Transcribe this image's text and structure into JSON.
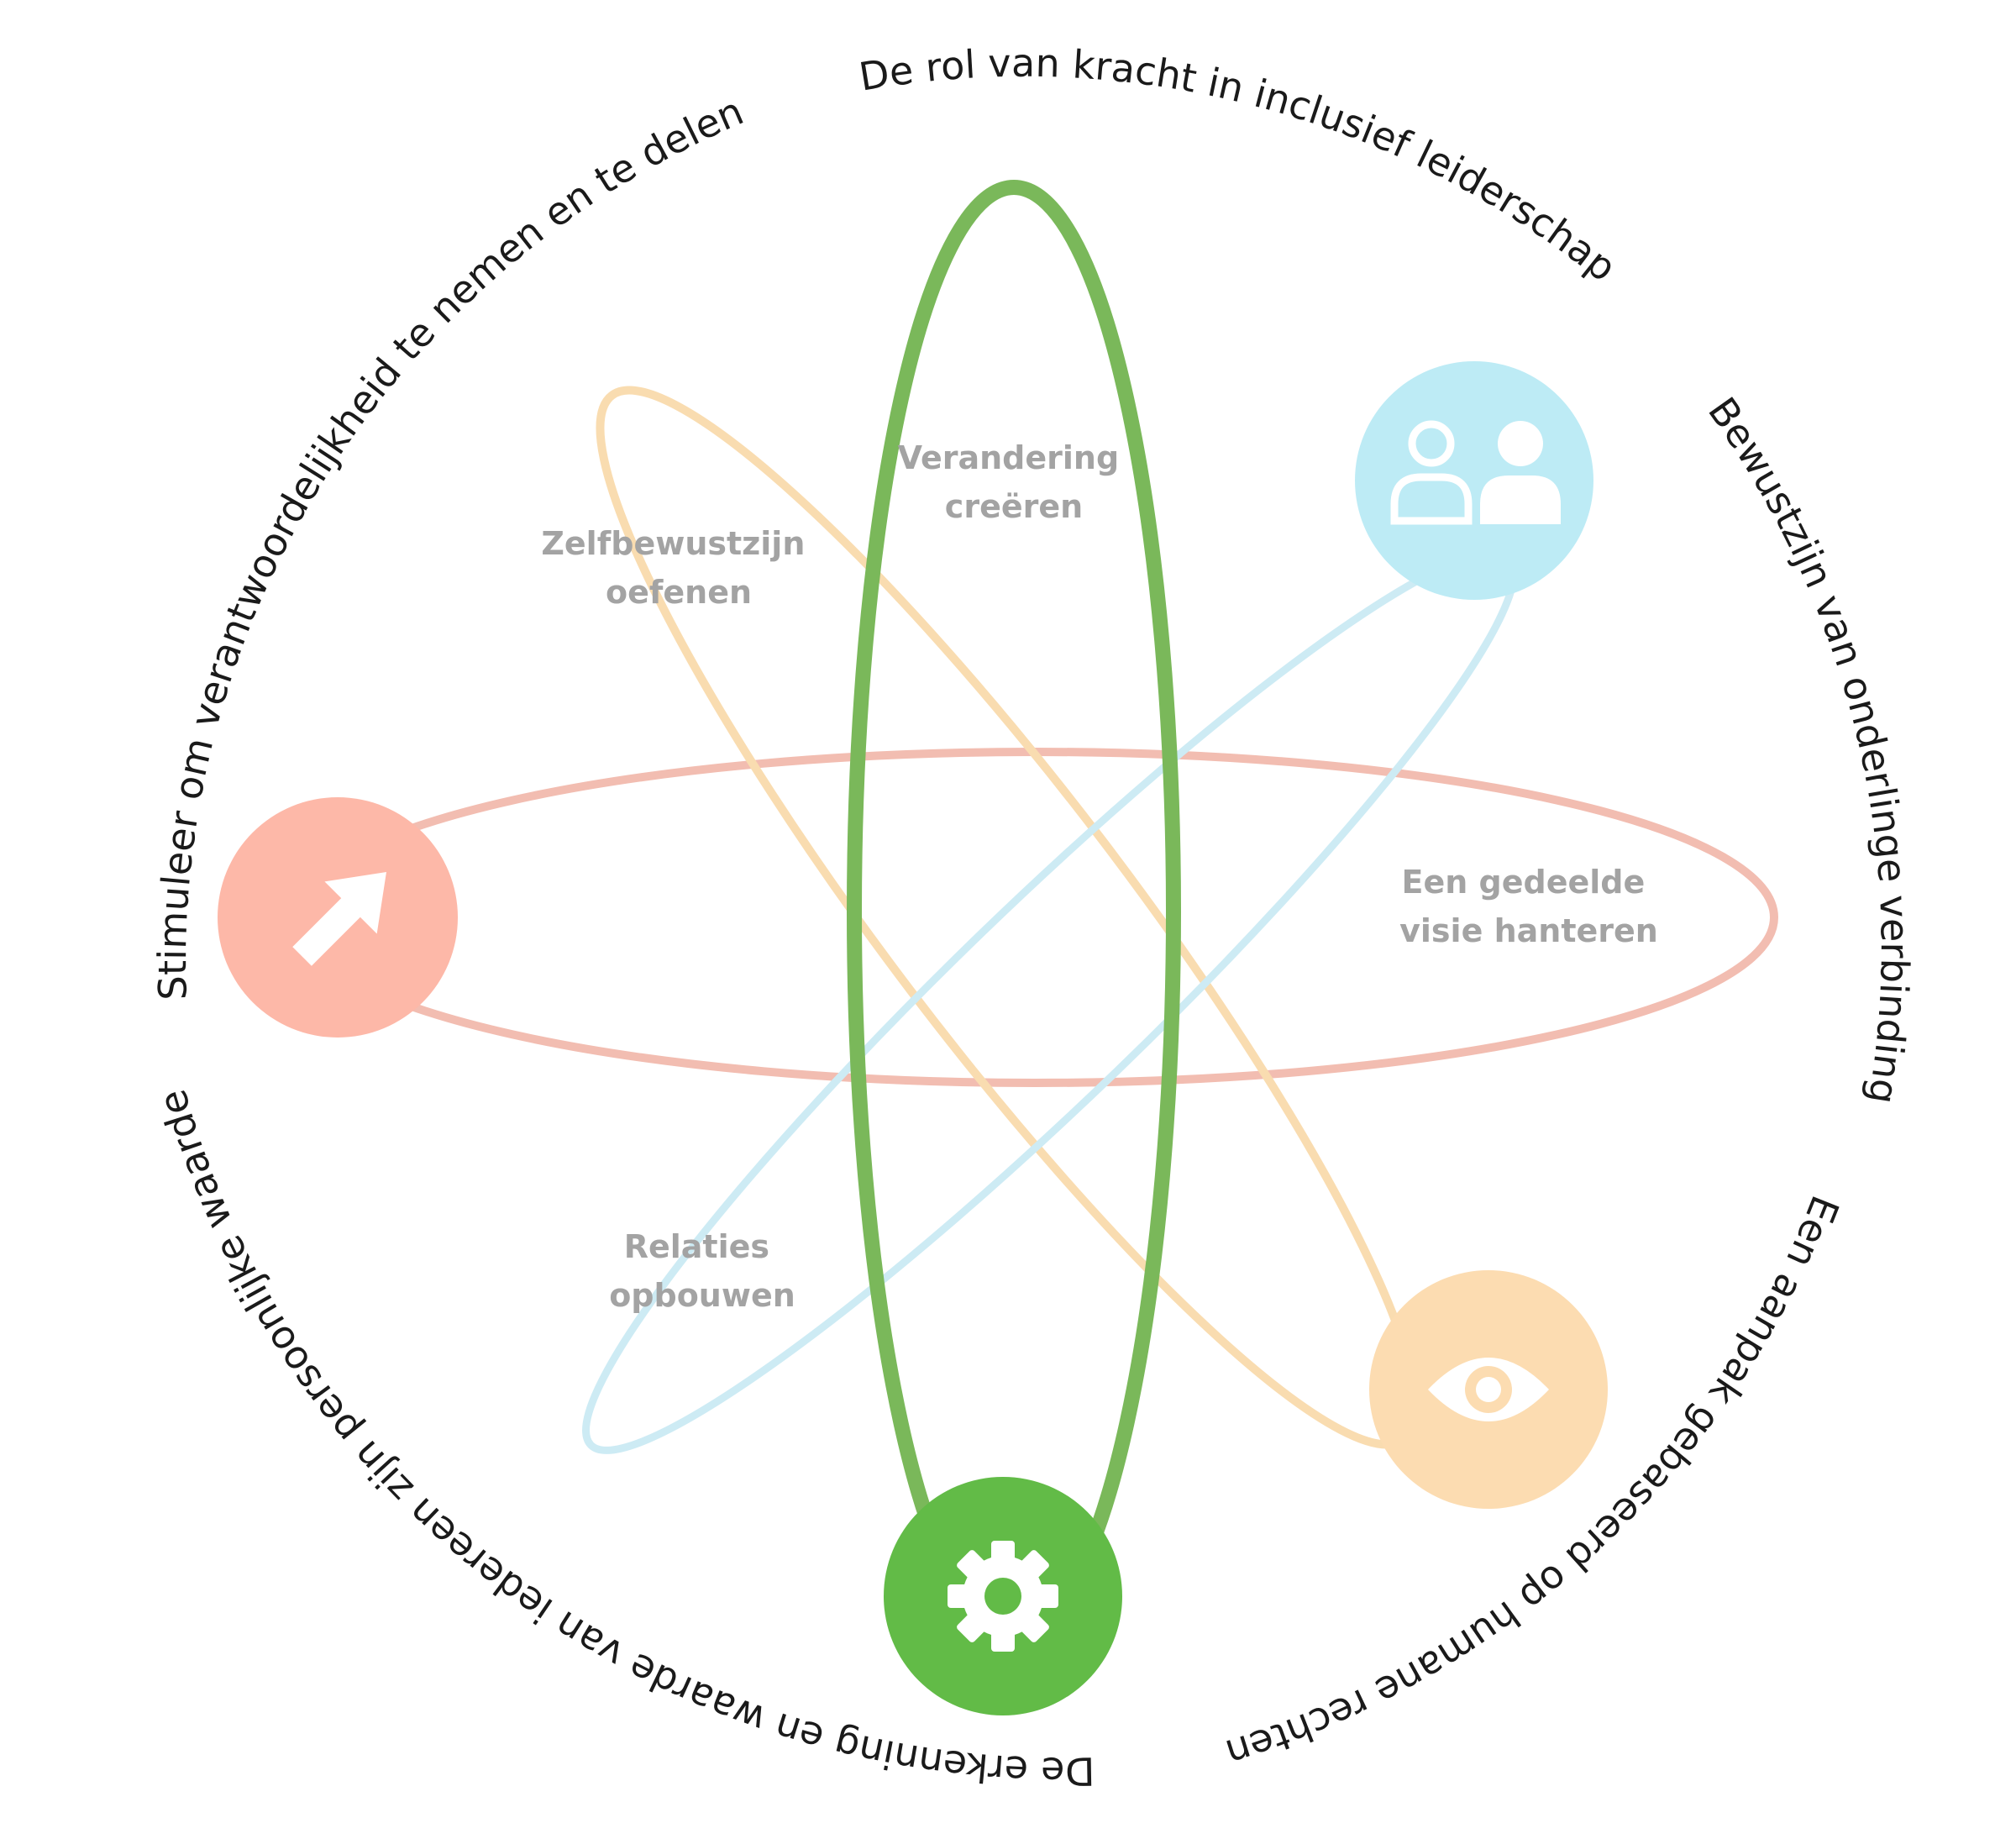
{
  "colors": {
    "green": "#7ab85a",
    "green_circle": "#62bb47",
    "orange": "#f9dcb0",
    "orange_circle": "#fcdcb1",
    "blue": "#cdebf4",
    "blue_circle": "#bdebf5",
    "red": "#f2bdb1",
    "red_circle": "#fdb8a8",
    "icon": "#ffffff",
    "label": "#a3a3a3",
    "outer_text": "#1a1a1a"
  },
  "outer_labels": {
    "top": "De rol van kracht in inclusief leiderschap",
    "right_upper": "Bewustzijn van onderlinge verbinding",
    "right_lower": "Een aanpak gebaseerd op humane rechten",
    "bottom_left": "De erkenning en waarde van iedereen zijn persoonlijke waarde",
    "left": "Stimuleer om verantwoordelijkheid te nemen en te delen"
  },
  "inner_labels": {
    "green": [
      "Verandering",
      "creëren"
    ],
    "orange": [
      "Zelfbewustzijn",
      "oefenen"
    ],
    "red": [
      "Een gedeelde",
      "visie hanteren"
    ],
    "blue": [
      "Relaties",
      "opbouwen"
    ]
  },
  "icons": {
    "blue": "people-icon",
    "red": "arrow-up-right-icon",
    "orange": "eye-icon",
    "green": "gear-icon"
  }
}
